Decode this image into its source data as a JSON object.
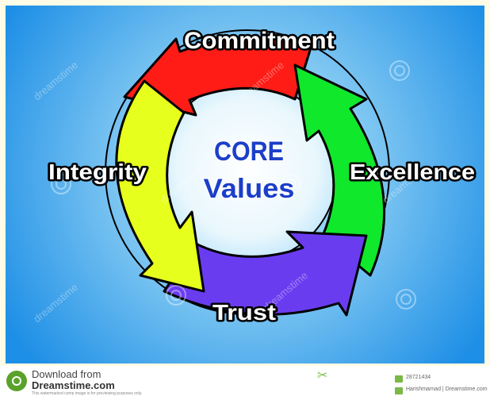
{
  "diagram": {
    "center_line1": "CORE",
    "center_line2": "Values",
    "segments": [
      {
        "label": "Commitment",
        "color": "#ff1c16"
      },
      {
        "label": "Excellence",
        "color": "#10e82c"
      },
      {
        "label": "Trust",
        "color": "#6a3cf0"
      },
      {
        "label": "Integrity",
        "color": "#e7ff1c"
      }
    ],
    "background_colors": {
      "inner": "#d7f1fb",
      "outer": "#1e8fe6"
    },
    "watermark": "dreamstime"
  },
  "footer": {
    "download_from": "Download from",
    "site": "Dreamstime.com",
    "fine_print": "This watermarked comp image is for previewing purposes only.",
    "image_id": "28721434",
    "author": "Harishmarnad | Dreamstime.com"
  }
}
